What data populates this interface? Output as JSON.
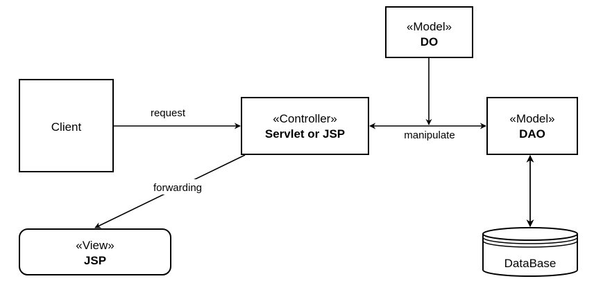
{
  "nodes": {
    "client": {
      "label": "Client"
    },
    "controller": {
      "stereotype": "«Controller»",
      "name": "Servlet or JSP"
    },
    "model_do": {
      "stereotype": "«Model»",
      "name": "DO"
    },
    "model_dao": {
      "stereotype": "«Model»",
      "name": "DAO"
    },
    "view": {
      "stereotype": "«View»",
      "name": "JSP"
    },
    "database": {
      "label": "DataBase"
    }
  },
  "edges": {
    "request": "request",
    "manipulate": "manipulate",
    "forwarding": "forwarding"
  }
}
